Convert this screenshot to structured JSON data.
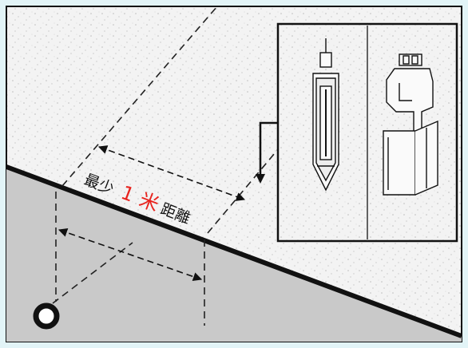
{
  "label": {
    "prefix": "最少",
    "number": "1",
    "unit": "米",
    "suffix": "距離"
  },
  "colors": {
    "highlight": "#e8231e",
    "slab": "#c9c9c9",
    "soil": "#f0f0f0",
    "ink": "#111111",
    "frame": "#e8f6f8"
  }
}
